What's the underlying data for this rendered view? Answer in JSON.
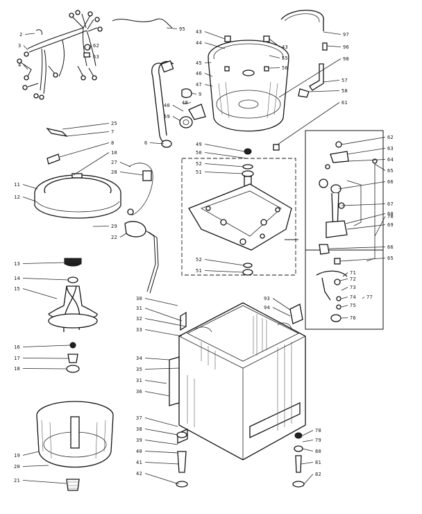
{
  "diagram": {
    "labels": [
      "2",
      "3",
      "4",
      "95",
      "62",
      "63",
      "43",
      "44",
      "45",
      "46",
      "47",
      "9",
      "48",
      "40",
      "59",
      "6",
      "43",
      "55",
      "56",
      "57",
      "58",
      "61",
      "96",
      "97",
      "98",
      "25",
      "7",
      "8",
      "10",
      "11",
      "12",
      "27",
      "28",
      "29",
      "22",
      "49",
      "50",
      "52",
      "51",
      "52",
      "51",
      "62",
      "63",
      "64",
      "65",
      "66",
      "67",
      "68",
      "69",
      "70",
      "66",
      "65",
      "13",
      "14",
      "15",
      "16",
      "17",
      "18",
      "19",
      "20",
      "21",
      "30",
      "31",
      "32",
      "33",
      "34",
      "35",
      "31",
      "36",
      "37",
      "38",
      "39",
      "40",
      "41",
      "42",
      "71",
      "72",
      "73",
      "74",
      "75",
      "76",
      "77",
      "93",
      "94",
      "78",
      "79",
      "80",
      "81",
      "82"
    ]
  }
}
